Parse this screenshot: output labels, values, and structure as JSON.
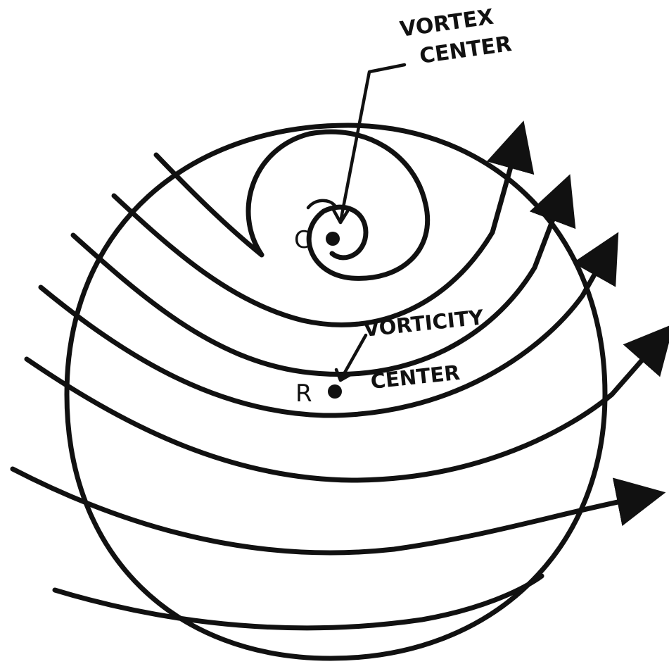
{
  "labels": {
    "vortex_center_line1": "VORTEX",
    "vortex_center_line2": "CENTER",
    "vorticity_center_line1": "VORTICITY",
    "vorticity_center_line2": "CENTER",
    "point_c": "C",
    "point_r": "R"
  },
  "colors": {
    "ink": "#111111",
    "background": "#ffffff"
  }
}
